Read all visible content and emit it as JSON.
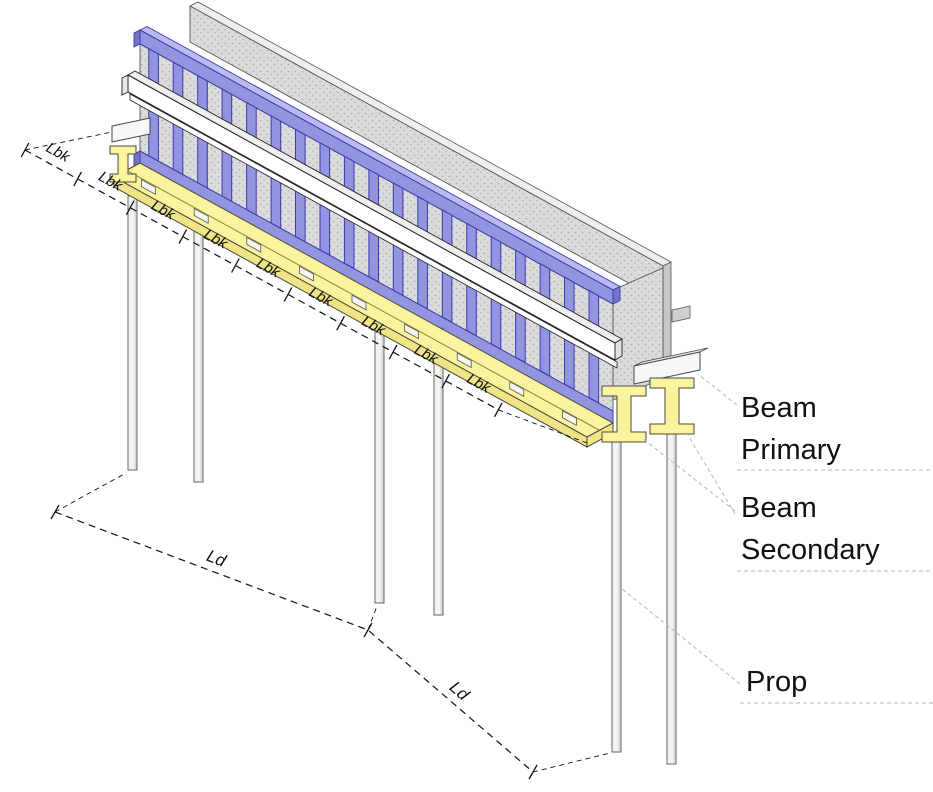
{
  "figure": {
    "description": "Isometric diagram of wall formwork support system with primary beams, secondary beams and props"
  },
  "callouts": {
    "beam_primary": {
      "line1": "Beam",
      "line2": "Primary"
    },
    "beam_secondary": {
      "line1": "Beam",
      "line2": "Secondary"
    },
    "prop": {
      "label": "Prop"
    }
  },
  "dimensions": {
    "lbk": "Lbk",
    "ld": "Ld",
    "lbk_count": 9,
    "ld_count": 2
  },
  "colors": {
    "formwork_blue": "#9394e0",
    "formwork_blue_light": "#babaee",
    "formwork_blue_dark": "#3b3bae",
    "formwork_blue_end": "#7274c9",
    "beam_yellow": "#fbf49e",
    "beam_yellow_shade": "#efe486",
    "concrete_gray": "#dbdbdb",
    "part_white": "#f7f7f7",
    "prop_fill": "#f3f3f0",
    "prop_shade": "#dcdcd8",
    "dim_color": "#111111",
    "leader_color": "#b8b8b8",
    "text_color": "#111111"
  }
}
